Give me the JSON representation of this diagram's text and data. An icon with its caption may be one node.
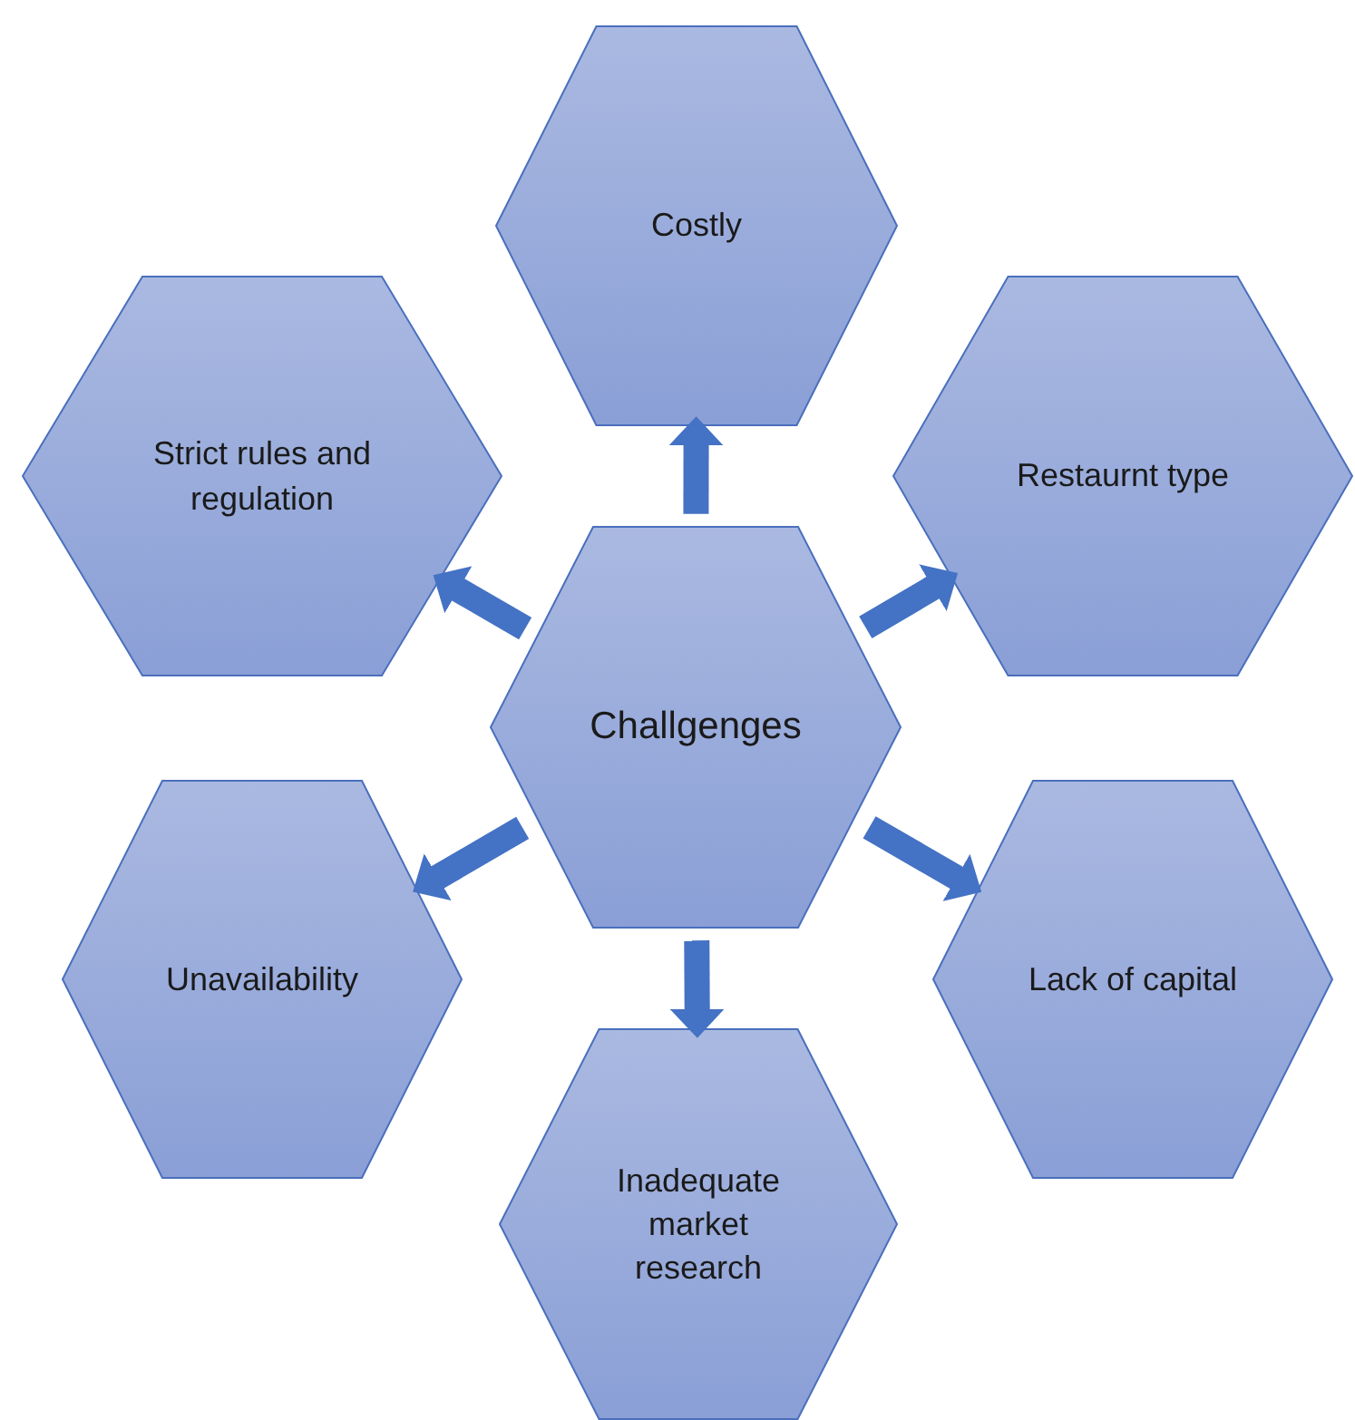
{
  "diagram": {
    "nodes": [
      {
        "text": [
          "Costly"
        ]
      },
      {
        "text": [
          "Strict rules and regulation"
        ]
      },
      {
        "text": [
          "Restaurnt type"
        ]
      },
      {
        "text": [
          "Challgenges"
        ]
      },
      {
        "text": [
          "Unavailability"
        ]
      },
      {
        "text": [
          "Lack of capital"
        ]
      },
      {
        "text": [
          "Inadequate market research"
        ]
      }
    ],
    "edges": [
      {
        "from": 3,
        "to": 0,
        "arrow": "to"
      },
      {
        "from": 3,
        "to": 1,
        "arrow": "to"
      },
      {
        "from": 3,
        "to": 2,
        "arrow": "to"
      },
      {
        "from": 3,
        "to": 4,
        "arrow": "to"
      },
      {
        "from": 3,
        "to": 5,
        "arrow": "to"
      },
      {
        "from": 3,
        "to": 6,
        "arrow": "to"
      }
    ]
  }
}
